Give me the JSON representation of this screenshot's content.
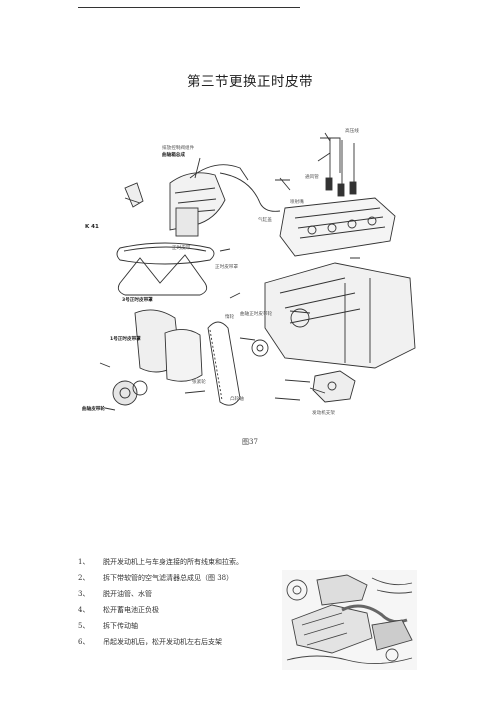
{
  "page": {
    "title": "第三节更换正时皮带",
    "figure_caption": "图37"
  },
  "figure": {
    "labels": {
      "l1": "排放控制阀组件",
      "l2": "曲轴箱总成",
      "l3": "高压线",
      "l4": "通风管",
      "l5": "喷射嘴",
      "l6": "气缸盖",
      "l7": "K 41",
      "l8": "正时皮带",
      "l9": "正时皮带罩",
      "l10": "3号正时皮带罩",
      "l11": "惰轮",
      "l12": "1号正时皮带罩",
      "l13": "曲轴正时皮带轮",
      "l14": "张紧轮",
      "l15": "曲轴皮带轮",
      "l16": "凸轮轴",
      "l17": "发动机支架"
    }
  },
  "steps": [
    {
      "num": "1、",
      "text": "脱开发动机上与车身连接的所有线束和拉索。"
    },
    {
      "num": "2、",
      "text": "拆下带软管的空气滤清器总成见（图 38）"
    },
    {
      "num": "3、",
      "text": "脱开油管、水管"
    },
    {
      "num": "4、",
      "text": "松开蓄电池正负极"
    },
    {
      "num": "5、",
      "text": "拆下传动轴"
    },
    {
      "num": "6、",
      "text": "吊起发动机后，松开发动机左右后支架"
    }
  ]
}
